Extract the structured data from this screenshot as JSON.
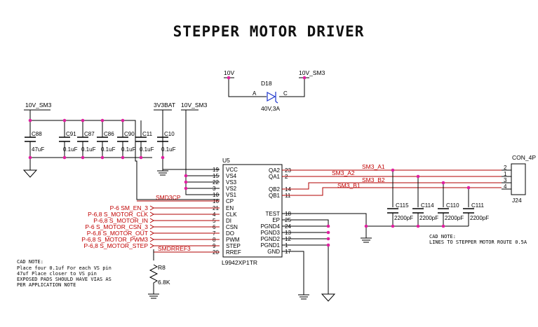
{
  "title": "STEPPER MOTOR DRIVER",
  "rails": {
    "v10_sm3_left": "10V_SM3",
    "v3v3bat": "3V3BAT",
    "v10_sm3_mid": "10V_SM3",
    "v10_top": "10V",
    "v10_sm3_top": "10V_SM3"
  },
  "diode": {
    "ref": "D18",
    "value": "40V,3A",
    "anode": "A",
    "cathode": "C"
  },
  "caps_left": [
    {
      "ref": "C88",
      "value": "47uF"
    },
    {
      "ref": "C91",
      "value": "0.1uF"
    },
    {
      "ref": "C87",
      "value": "0.1uF"
    },
    {
      "ref": "C86",
      "value": "0.1uF"
    },
    {
      "ref": "C90",
      "value": "0.1uF"
    },
    {
      "ref": "C11",
      "value": "0.1uF"
    },
    {
      "ref": "C10",
      "value": "0.1uF"
    }
  ],
  "ic": {
    "ref": "U5",
    "part": "L9942XP1TR",
    "left_pins": [
      {
        "num": "19",
        "name": "VCC"
      },
      {
        "num": "15",
        "name": "VS4"
      },
      {
        "num": "22",
        "name": "VS3"
      },
      {
        "num": "3",
        "name": "VS2"
      },
      {
        "num": "10",
        "name": "VS1"
      },
      {
        "num": "16",
        "name": "CP"
      },
      {
        "num": "21",
        "name": "EN"
      },
      {
        "num": "4",
        "name": "CLK"
      },
      {
        "num": "5",
        "name": "DI"
      },
      {
        "num": "6",
        "name": "CSN"
      },
      {
        "num": "7",
        "name": "DO"
      },
      {
        "num": "8",
        "name": "PWM"
      },
      {
        "num": "9",
        "name": "STEP"
      },
      {
        "num": "20",
        "name": "RREF"
      }
    ],
    "right_pins": [
      {
        "num": "23",
        "name": "QA2"
      },
      {
        "num": "2",
        "name": "QA1"
      },
      {
        "num": "14",
        "name": "QB2"
      },
      {
        "num": "11",
        "name": "QB1"
      },
      {
        "num": "18",
        "name": "TEST"
      },
      {
        "num": "25",
        "name": "EP"
      },
      {
        "num": "24",
        "name": "PGND4"
      },
      {
        "num": "13",
        "name": "PGND3"
      },
      {
        "num": "12",
        "name": "PGND2"
      },
      {
        "num": "1",
        "name": "PGND1"
      },
      {
        "num": "17",
        "name": "GND"
      }
    ]
  },
  "left_nets": [
    "SMD3CP",
    "P-6 SM_EN_3",
    "P-6,8 S_MOTOR_CLK",
    "P-6,8 S_MOTOR_IN",
    "P-6 S_MOTOR_CSN_3",
    "P-6,8 S_MOTOR_OUT",
    "P-6,8 S_MOTOR_PWM3",
    "P-6,8 S_MOTOR_STEP",
    "SMDRREF3"
  ],
  "right_nets": [
    "SM3_A1",
    "SM3_A2",
    "SM3_B2",
    "SM3_B1"
  ],
  "resistor": {
    "ref": "R8",
    "value": "6.8K"
  },
  "caps_right": [
    {
      "ref": "C115",
      "value": "2200pF"
    },
    {
      "ref": "C114",
      "value": "2200pF"
    },
    {
      "ref": "C110",
      "value": "2200pF"
    },
    {
      "ref": "C111",
      "value": "2200pF"
    }
  ],
  "connector": {
    "ref": "J24",
    "name": "CON_4P",
    "pins": [
      "2",
      "1",
      "3",
      "4"
    ]
  },
  "notes": {
    "left": [
      "CAD NOTE:",
      "Place four 0.1uf For each VS pin",
      "47uf Place closer to VS pin",
      "EXPOSED PADS SHOULD HAVE VIAS AS",
      "PER APPLICATION NOTE"
    ],
    "right": [
      "CAD NOTE:",
      "LINES TO STEPPER MOTOR ROUTE 0.5A"
    ]
  },
  "colors": {
    "wire": "#000000",
    "net_label": "#c00000",
    "junction": "#e020a0",
    "diode": "#1a33cc"
  }
}
